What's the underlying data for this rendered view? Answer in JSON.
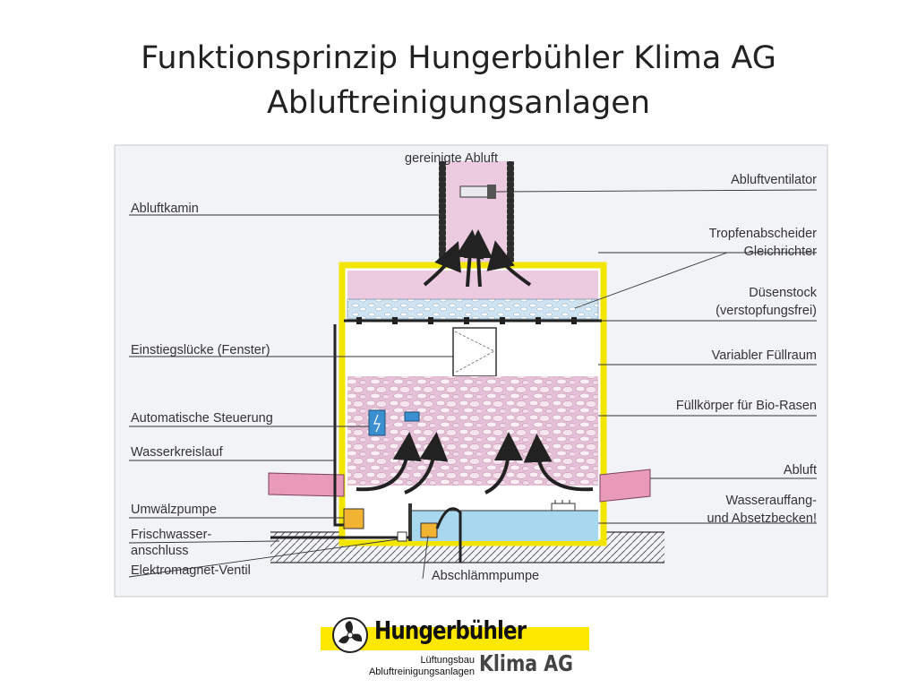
{
  "title": {
    "line1": "Funktionsprinzip Hungerbühler Klima AG",
    "line2": "Abluftreinigungsanlagen"
  },
  "diagram": {
    "top_label": "gereinigte Abluft",
    "bottom_label": "Abschlämmpumpe",
    "left_labels": [
      "Abluftkamin",
      "Einstiegslücke (Fenster)",
      "Automatische Steuerung",
      "Wasserkreislauf",
      "Umwälzpumpe",
      "Frischwasser-",
      "anschluss",
      "Elektromagnet-Ventil"
    ],
    "right_labels": [
      "Abluftventilator",
      "Tropfenabscheider",
      "Gleichrichter",
      "Düsenstock",
      "(verstopfungsfrei)",
      "Variabler Füllraum",
      "Füllkörper für Bio-Rasen",
      "Abluft",
      "Wasserauffang-",
      "und Absetzbecken!"
    ],
    "colors": {
      "frame": "#f2e600",
      "fill_media": "#e6c0d6",
      "droplet_layer": "#cfe3f0",
      "water": "#a7d8ee",
      "duct": "#e89ab8",
      "exhaust": "#eccbe0",
      "background": "#f2f3f7"
    }
  },
  "logo": {
    "name": "Hungerbühler",
    "sub_line1": "Lüftungsbau",
    "sub_line2": "Abluftreinigungsanlagen",
    "klima": "Klima AG",
    "band_color": "#ffe800"
  }
}
